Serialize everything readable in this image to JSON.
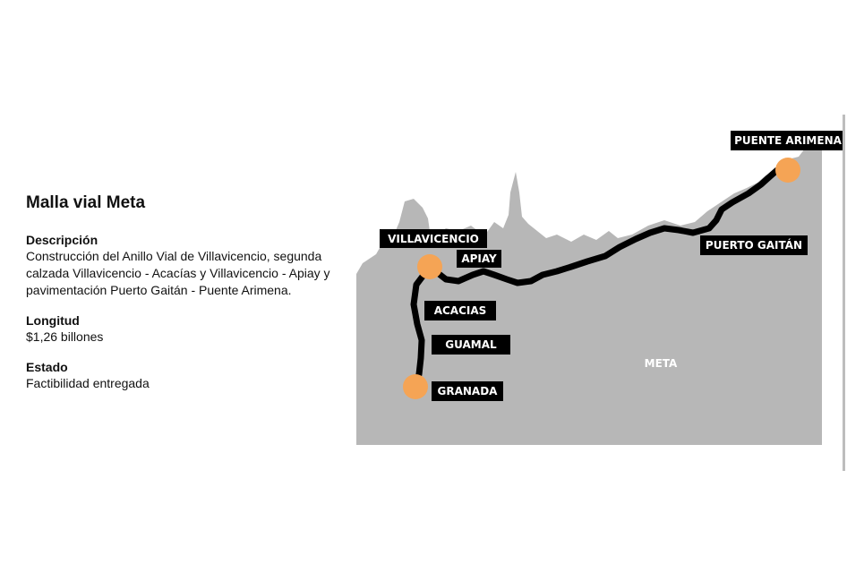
{
  "info": {
    "title": "Malla vial Meta",
    "sections": [
      {
        "label": "Descripción",
        "value": "Construcción del Anillo Vial de Villavicencio, segunda calzada Villavicencio - Acacías y Villavicencio - Apiay y pavimentación Puerto Gaitán - Puente Arimena."
      },
      {
        "label": "Longitud",
        "value": "$1,26 billones"
      },
      {
        "label": "Estado",
        "value": "Factibilidad entregada"
      }
    ]
  },
  "map": {
    "region_label": "META",
    "colors": {
      "region_fill": "#b7b7b7",
      "route": "#000000",
      "city_marker": "#f5a455",
      "label_bg": "#000000",
      "label_text": "#ffffff"
    },
    "labels": {
      "villavicencio": "VILLAVICENCIO",
      "apiay": "APIAY",
      "acacias": "ACACIAS",
      "guamal": "GUAMAL",
      "granada": "GRANADA",
      "puerto_gaitan": "PUERTO GAITÁN",
      "puente_arimena": "PUENTE ARIMENA"
    }
  }
}
